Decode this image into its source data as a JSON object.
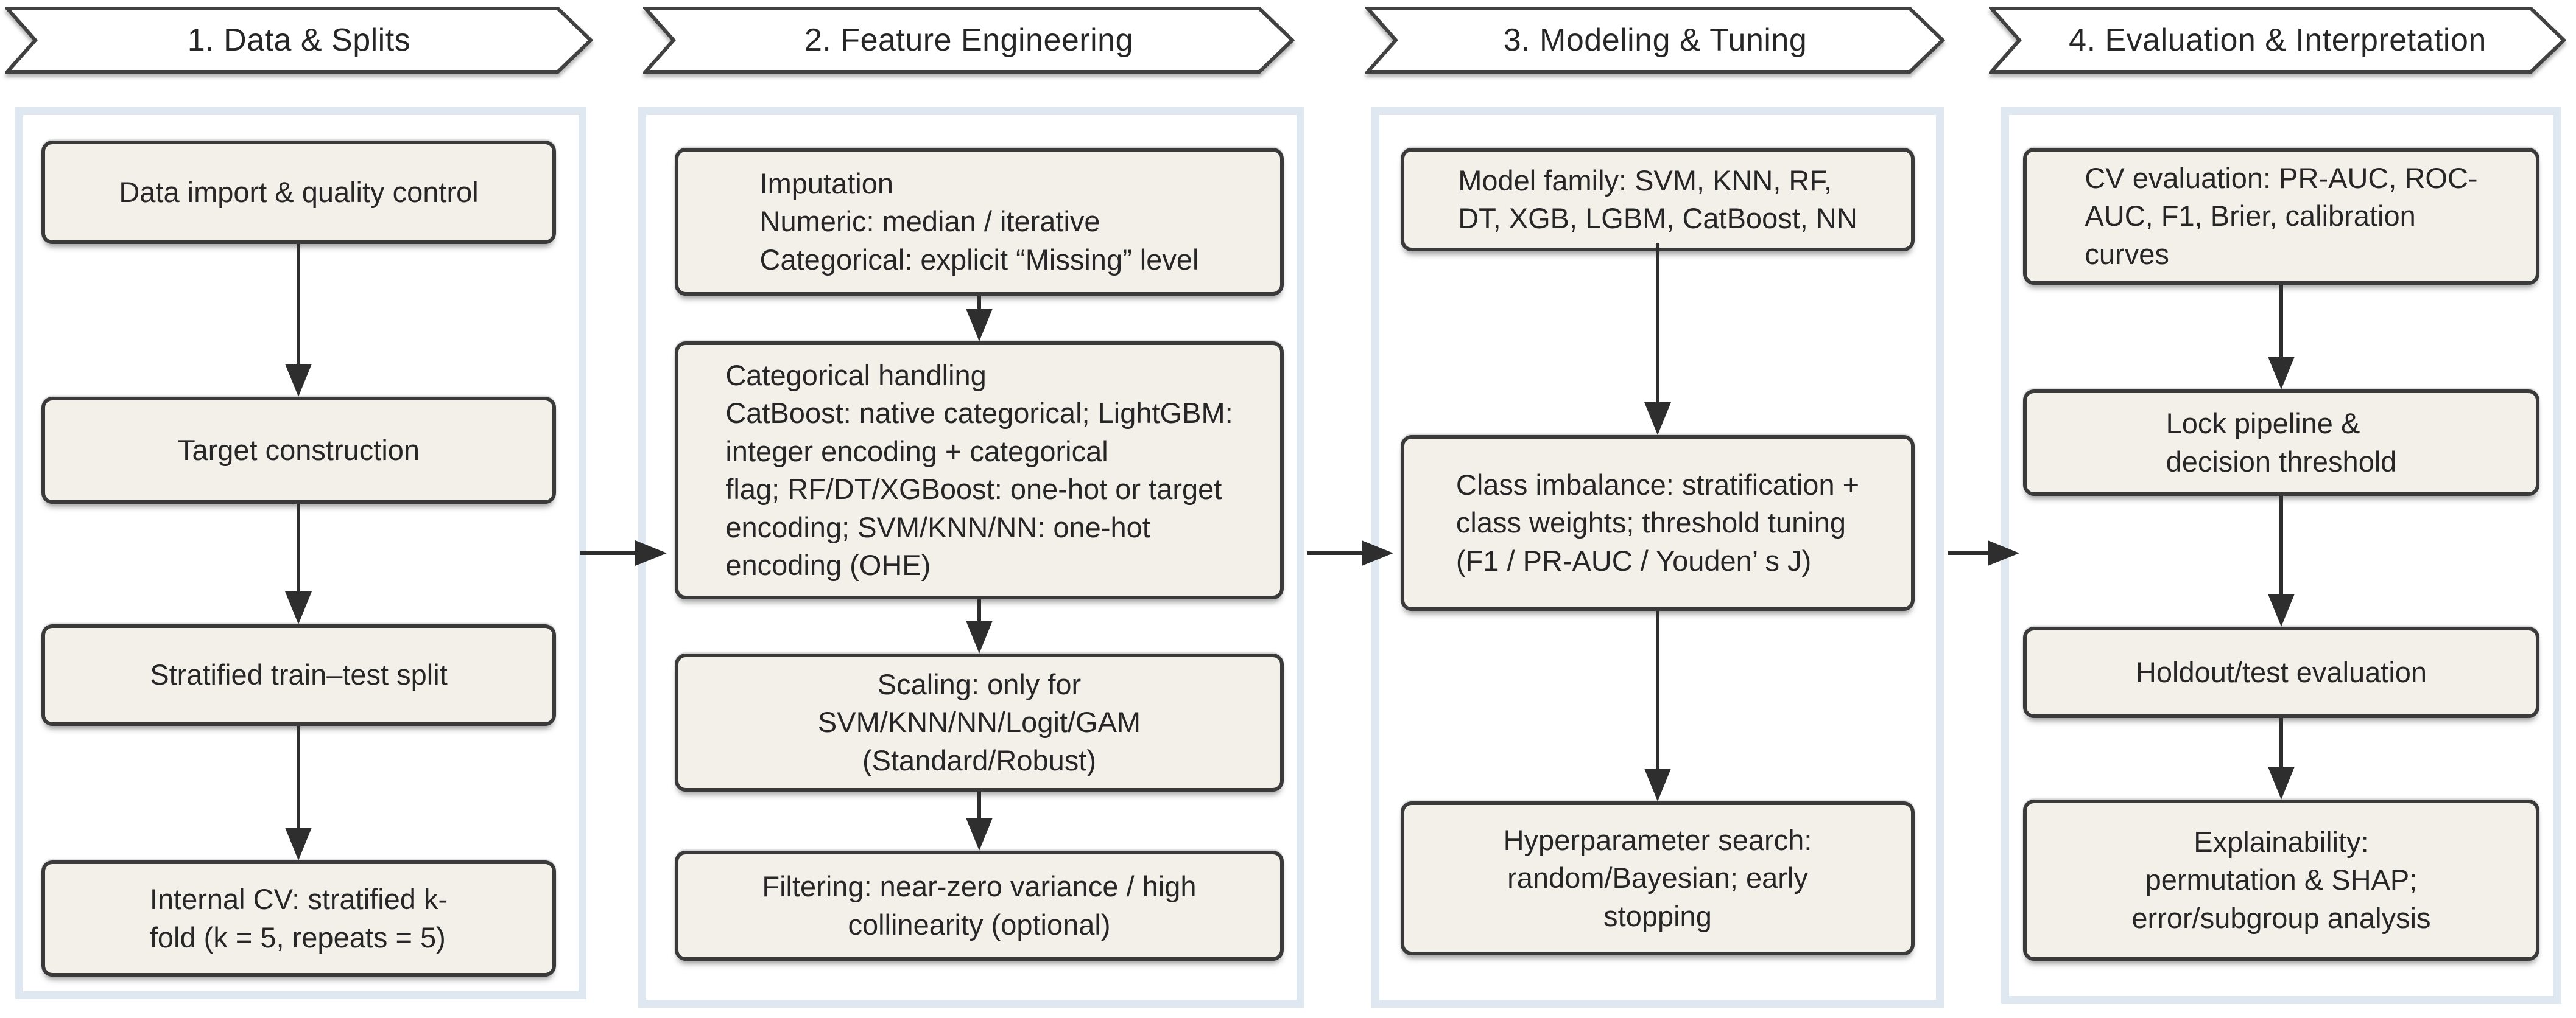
{
  "stages": [
    {
      "label": "1. Data & Splits",
      "boxes": [
        "Data import & quality control",
        "Target construction",
        "Stratified train–test split",
        "Internal CV: stratified k-\nfold (k = 5, repeats = 5)"
      ]
    },
    {
      "label": "2. Feature Engineering",
      "boxes": [
        "Imputation\nNumeric: median / iterative\nCategorical: explicit “Missing” level",
        "Categorical handling\nCatBoost: native categorical; LightGBM:\ninteger encoding + categorical\nflag; RF/DT/XGBoost: one-hot or target\nencoding; SVM/KNN/NN: one-hot\nencoding (OHE)",
        "Scaling: only for\nSVM/KNN/NN/Logit/GAM\n(Standard/Robust)",
        "Filtering: near-zero variance / high\ncollinearity (optional)"
      ]
    },
    {
      "label": "3. Modeling & Tuning",
      "boxes": [
        "Model family: SVM, KNN, RF,\nDT, XGB, LGBM, CatBoost, NN",
        "Class imbalance: stratification +\nclass weights; threshold tuning\n(F1 / PR-AUC / Youden’ s J)",
        "Hyperparameter search:\nrandom/Bayesian; early\nstopping"
      ]
    },
    {
      "label": "4. Evaluation & Interpretation",
      "boxes": [
        "CV evaluation: PR-AUC, ROC-\nAUC, F1, Brier, calibration\ncurves",
        "Lock pipeline &\ndecision threshold",
        "Holdout/test evaluation",
        "Explainability:\npermutation & SHAP;\nerror/subgroup analysis"
      ]
    }
  ],
  "colors": {
    "box_fill": "#f3f0ea",
    "box_border": "#3a3a3a",
    "panel_border": "#dfe8f0",
    "panel_fill": "#ffffff",
    "banner_fill": "#ffffff",
    "banner_border": "#414141",
    "arrow": "#2e2e2e",
    "text": "#262626"
  }
}
